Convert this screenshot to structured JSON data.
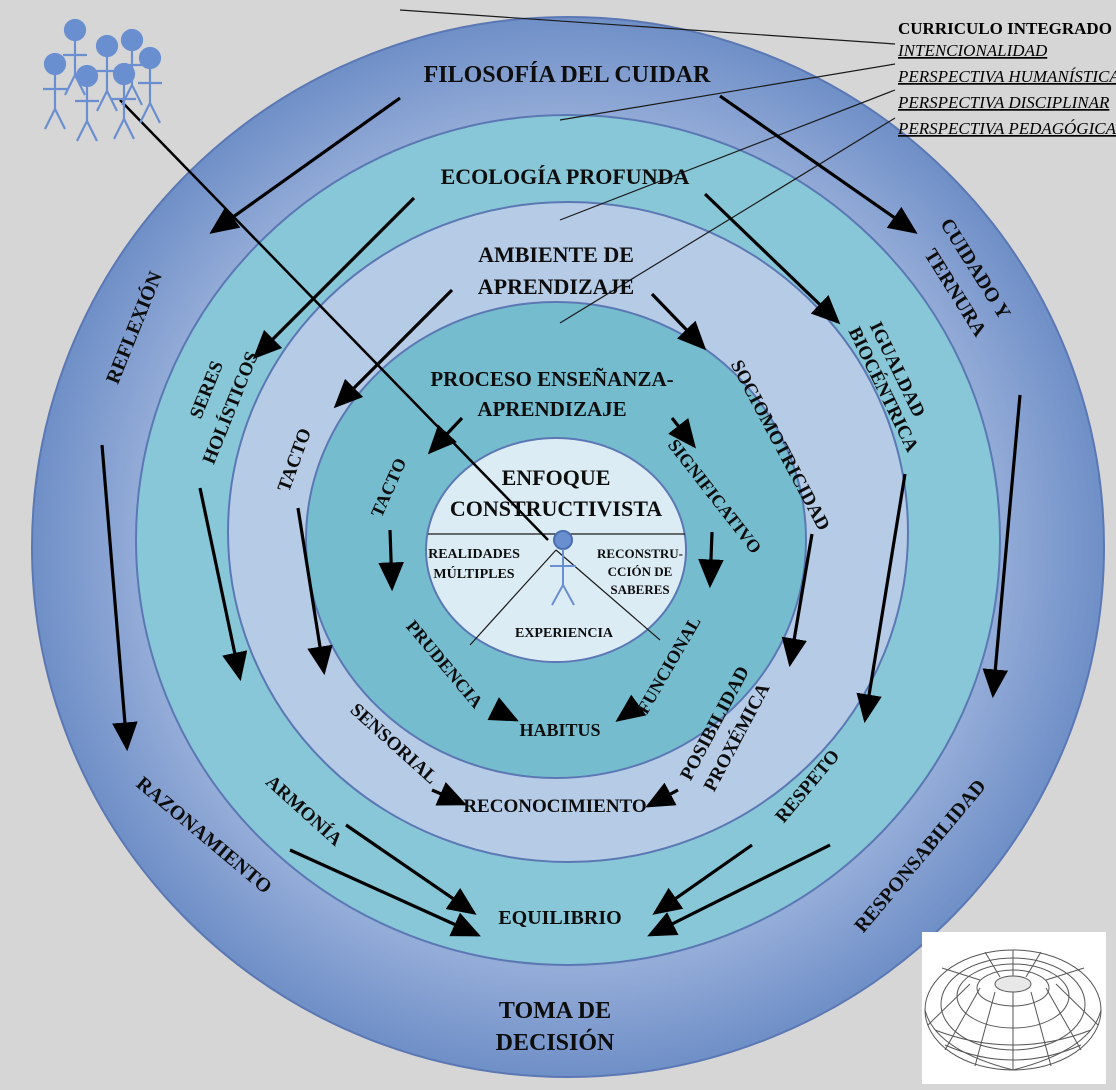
{
  "legend": {
    "title": "CURRICULO INTEGRADO",
    "items": [
      "INTENCIONALIDAD",
      "PERSPECTIVA HUMANÍSTICA",
      "PERSPECTIVA DISCIPLINAR",
      "PERSPECTIVA PEDAGÓGICA"
    ]
  },
  "rings": {
    "r1": {
      "title": "FILOSOFÍA DEL CUIDAR",
      "left": "REFLEXIÓN",
      "right_1": "CUIDADO Y",
      "right_2": "TERNURA",
      "bottom_left": "RAZONAMIENTO",
      "bottom_right": "RESPONSABILIDAD",
      "bottom_1": "TOMA DE",
      "bottom_2": "DECISIÓN",
      "color": "#8fa9d6"
    },
    "r2": {
      "title": "ECOLOGÍA PROFUNDA",
      "left_1": "SERES",
      "left_2": "HOLÍSTICOS",
      "right_1": "IGUALDAD",
      "right_2": "BIOCÉNTRICA",
      "bottom_left": "ARMONÍA",
      "bottom_right": "RESPETO",
      "bottom": "EQUILIBRIO",
      "color": "#88c7d8"
    },
    "r3": {
      "title_1": "AMBIENTE DE",
      "title_2": "APRENDIZAJE",
      "left": "TACTO",
      "right": "SOCIOMOTRICIDAD",
      "bottom_left": "SENSORIAL",
      "bottom_right_1": "POSIBILIDAD",
      "bottom_right_2": "PROXÉMICA",
      "bottom": "RECONOCIMIENTO",
      "color": "#b6cbe6"
    },
    "r4": {
      "title_1": "PROCESO ENSEÑANZA-",
      "title_2": "APRENDIZAJE",
      "left": "TACTO",
      "right": "SIGNIFICATIVO",
      "bottom_left": "PRUDENCIA",
      "bottom_right": "FUNCIONAL",
      "bottom": "HABITUS",
      "color": "#76bccf"
    }
  },
  "center": {
    "title_1": "ENFOQUE",
    "title_2": "CONSTRUCTIVISTA",
    "left_1": "REALIDADES",
    "left_2": "MÚLTIPLES",
    "right_1": "RECONSTRU-",
    "right_2": "CCIÓN DE",
    "right_3": "SABERES",
    "bottom": "EXPERIENCIA",
    "color": "#dcecf5"
  },
  "icons": {
    "people": "group-of-people-icon",
    "person": "person-icon",
    "torus": "torus-wireframe-icon"
  },
  "colors": {
    "background": "#d6d6d6",
    "person_fill": "#6a8fd0"
  }
}
